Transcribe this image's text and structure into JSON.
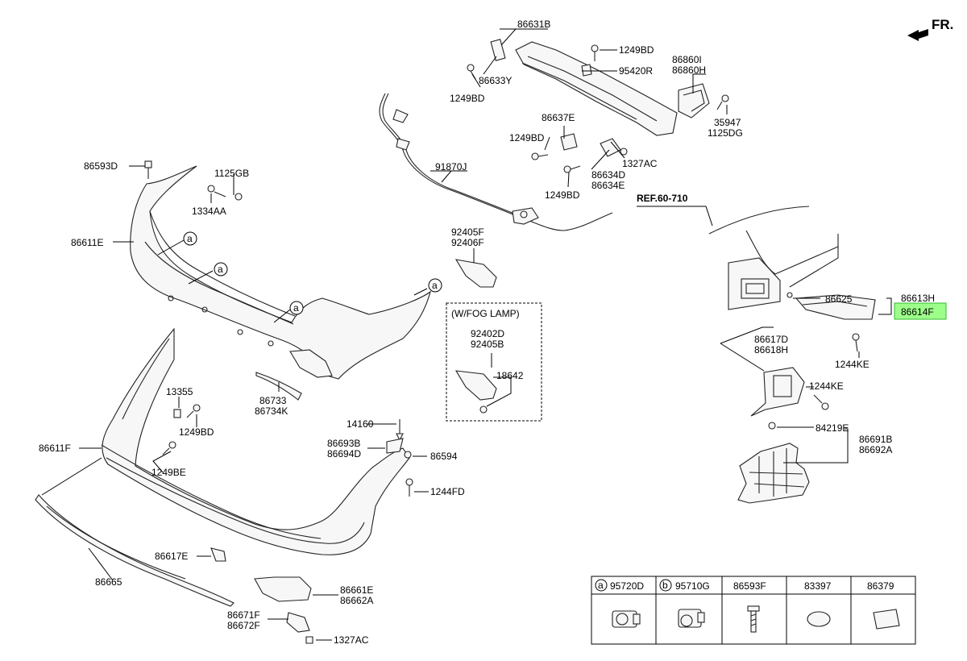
{
  "orientation_label": "FR.",
  "reference_label": "REF.60-710",
  "fog_lamp_box_title": "(W/FOG LAMP)",
  "circle_marker": "a",
  "highlight_color": "#9dff8a",
  "callouts": {
    "p86631B": "86631B",
    "p1249BD_top": "1249BD",
    "p95420R": "95420R",
    "p86860I": "86860I",
    "p86860H": "86860H",
    "p86633Y": "86633Y",
    "p1249BD_left": "1249BD",
    "p35947": "35947",
    "p1125DG": "1125DG",
    "p86637E": "86637E",
    "p1249BD_mid": "1249BD",
    "p1327AC_top": "1327AC",
    "p86634D": "86634D",
    "p86634E": "86634E",
    "p1249BD_low": "1249BD",
    "p91870J": "91870J",
    "p86593D": "86593D",
    "p1125GB": "1125GB",
    "p1334AA": "1334AA",
    "p86611E": "86611E",
    "p92405F": "92405F",
    "p92406F": "92406F",
    "p86625": "86625",
    "p86613H": "86613H",
    "p86614F": "86614F",
    "p1244KE_a": "1244KE",
    "p86617D": "86617D",
    "p86618H": "86618H",
    "p1244KE_b": "1244KE",
    "p92402D": "92402D",
    "p92405B": "92405B",
    "p18642": "18642",
    "p86733": "86733",
    "p86734K": "86734K",
    "p13355": "13355",
    "p1249BD_bot": "1249BD",
    "p86611F": "86611F",
    "p1249BE": "1249BE",
    "p14160": "14160",
    "p86693B": "86693B",
    "p86694D": "86694D",
    "p86594": "86594",
    "p1244FD": "1244FD",
    "p84219E": "84219E",
    "p86691B": "86691B",
    "p86692A": "86692A",
    "p86617E": "86617E",
    "p86665": "86665",
    "p86661E": "86661E",
    "p86662A": "86662A",
    "p86671F": "86671F",
    "p86672F": "86672F",
    "p1327AC_bot": "1327AC"
  },
  "legend": [
    {
      "marker": "a",
      "part": "95720D",
      "icon": "parking-sensor-a-icon"
    },
    {
      "marker": "b",
      "part": "95710G",
      "icon": "parking-sensor-b-icon"
    },
    {
      "marker": "",
      "part": "86593F",
      "icon": "bolt-icon"
    },
    {
      "marker": "",
      "part": "83397",
      "icon": "oval-plug-icon"
    },
    {
      "marker": "",
      "part": "86379",
      "icon": "square-cap-icon"
    }
  ]
}
